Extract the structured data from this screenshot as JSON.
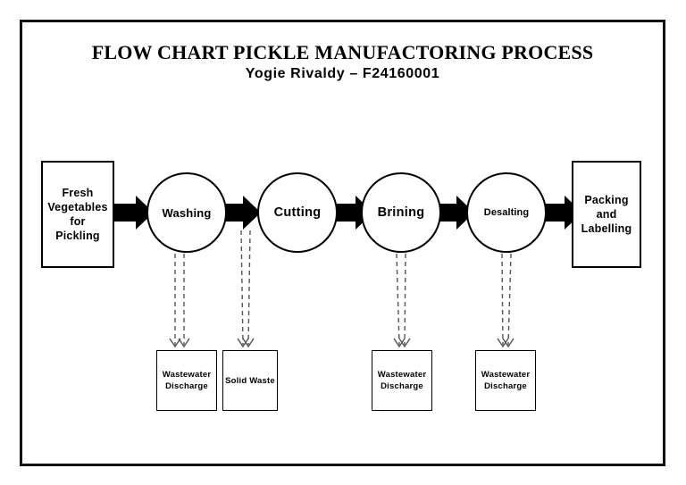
{
  "document": {
    "title_main": "FLOW CHART PICKLE MANUFACTORING PROCESS",
    "title_sub": "Yogie Rivaldy – F24160001"
  },
  "diagram": {
    "type": "process-flow-chart",
    "orientation": "left-to-right",
    "input_node": {
      "label": "Fresh\nVegetables\nfor\nPickling",
      "shape": "rectangle"
    },
    "output_node": {
      "label": "Packing\nand\nLabelling",
      "shape": "rectangle"
    },
    "process_nodes": [
      {
        "id": "washing",
        "label": "Washing",
        "shape": "circle"
      },
      {
        "id": "cutting",
        "label": "Cutting",
        "shape": "circle"
      },
      {
        "id": "brining",
        "label": "Brining",
        "shape": "circle"
      },
      {
        "id": "desalting",
        "label": "Desalting",
        "shape": "circle"
      }
    ],
    "waste_nodes": [
      {
        "id": "waste-1",
        "label": "Wastewater\nDischarge",
        "source": "washing"
      },
      {
        "id": "waste-2",
        "label": "Solid Waste",
        "source": "cutting"
      },
      {
        "id": "waste-3",
        "label": "Wastewater\nDischarge",
        "source": "brining"
      },
      {
        "id": "waste-4",
        "label": "Wastewater\nDischarge",
        "source": "desalting"
      }
    ],
    "colors": {
      "stroke": "#000000",
      "fill": "#ffffff",
      "dashed": "#555555"
    }
  }
}
